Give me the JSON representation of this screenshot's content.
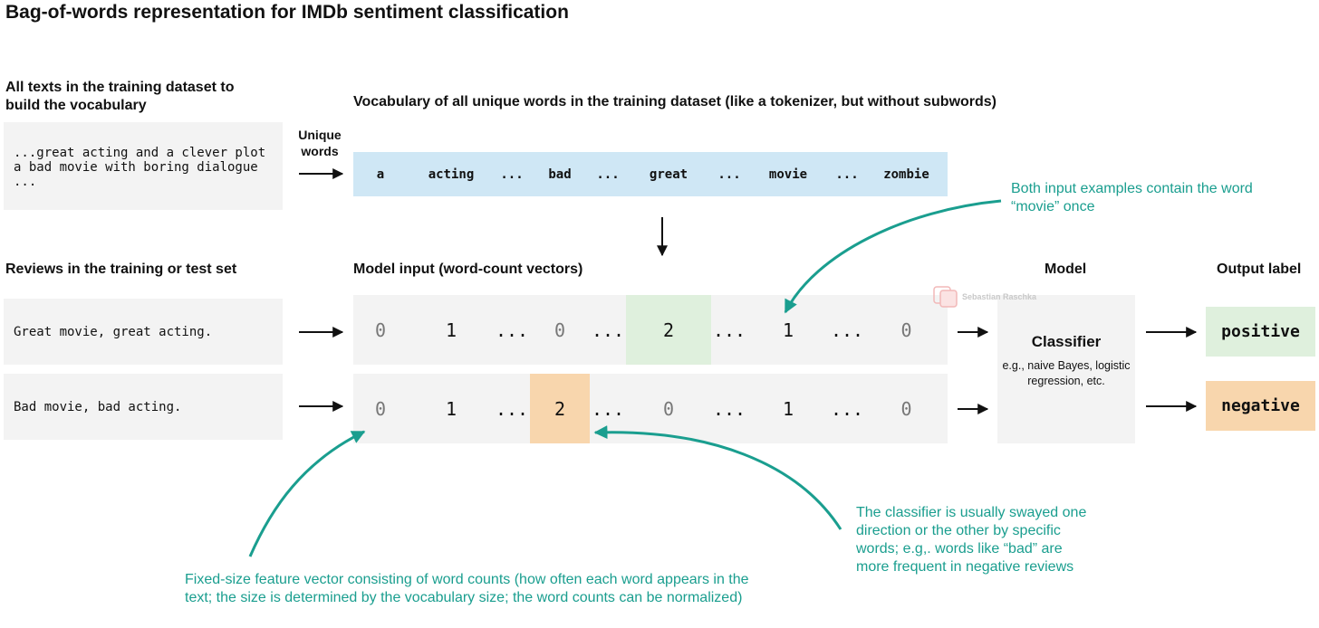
{
  "title": "Bag-of-words representation for IMDb sentiment classification",
  "headings": {
    "corpus": "All texts in the training dataset to build the vocabulary",
    "vocab": "Vocabulary of all unique words in the training dataset (like a tokenizer, but without subwords)",
    "reviews": "Reviews in the training or test set",
    "model_input": "Model input (word-count vectors)",
    "model": "Model",
    "output": "Output label"
  },
  "corpus_lines": [
    "...great acting and a clever plot",
    "a bad movie with boring dialogue",
    "..."
  ],
  "unique_words_label": "Unique words",
  "vocab": [
    "a",
    "acting",
    "...",
    "bad",
    "...",
    "great",
    "...",
    "movie",
    "...",
    "zombie"
  ],
  "reviews": [
    {
      "text": "Great movie, great acting.",
      "vector": [
        "0",
        "1",
        "...",
        "0",
        "...",
        "2",
        "...",
        "1",
        "...",
        "0"
      ],
      "label": "positive"
    },
    {
      "text": "Bad movie, bad acting.",
      "vector": [
        "0",
        "1",
        "...",
        "2",
        "...",
        "0",
        "...",
        "1",
        "...",
        "0"
      ],
      "label": "negative"
    }
  ],
  "classifier": {
    "name": "Classifier",
    "description": "e.g., naive Bayes, logistic regression, etc."
  },
  "annotations": {
    "movie": "Both input examples contain the word “movie” once",
    "sway": "The classifier is usually swayed one direction or the other by specific words; e.g,. words like “bad” are more frequent in negative reviews",
    "fixed": "Fixed-size feature vector consisting of word counts (how often each word appears in the text; the size is determined by the vocabulary size; the word counts can be normalized)"
  },
  "watermark": "Sebastian Raschka",
  "colors": {
    "vocab_bg": "#cfe7f5",
    "positive": "#dff0dd",
    "negative": "#f8d6ad",
    "annotation": "#1a9e8f",
    "box": "#f3f3f3"
  }
}
